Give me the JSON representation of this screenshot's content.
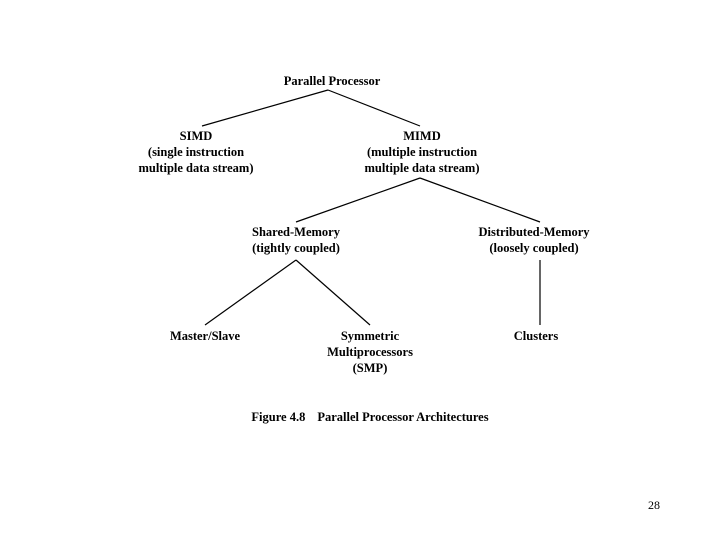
{
  "diagram": {
    "nodes": {
      "root": [
        "Parallel Processor"
      ],
      "simd": [
        "SIMD",
        "(single instruction",
        "multiple data stream)"
      ],
      "mimd": [
        "MIMD",
        "(multiple instruction",
        "multiple data stream)"
      ],
      "shared_memory": [
        "Shared-Memory",
        "(tightly coupled)"
      ],
      "distributed_memory": [
        "Distributed-Memory",
        "(loosely coupled)"
      ],
      "master_slave": [
        "Master/Slave"
      ],
      "smp": [
        "Symmetric",
        "Multiprocessors",
        "(SMP)"
      ],
      "clusters": [
        "Clusters"
      ]
    },
    "edges": [
      [
        "root",
        "simd"
      ],
      [
        "root",
        "mimd"
      ],
      [
        "mimd",
        "shared_memory"
      ],
      [
        "mimd",
        "distributed_memory"
      ],
      [
        "shared_memory",
        "master_slave"
      ],
      [
        "shared_memory",
        "smp"
      ],
      [
        "distributed_memory",
        "clusters"
      ]
    ]
  },
  "caption": {
    "number": "Figure 4.8",
    "title": "Parallel Processor Architectures"
  },
  "page_number": "28"
}
